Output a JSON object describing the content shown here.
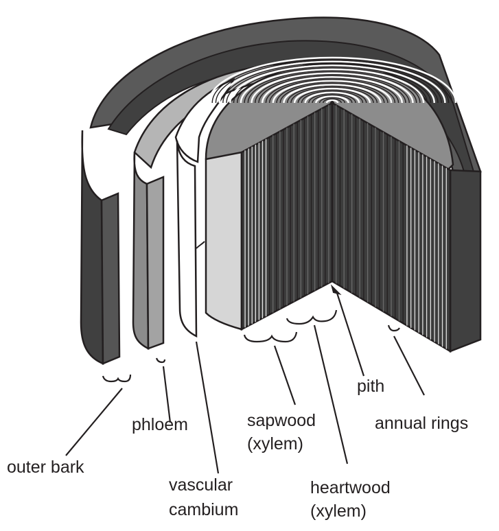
{
  "colors": {
    "outline": "#231f20",
    "bark": "#404040",
    "bark_light": "#5a5a5a",
    "phloem": "#8c8c8c",
    "phloem_light": "#b5b5b5",
    "cambium": "#ffffff",
    "sapwood": "#d6d6d6",
    "heartwood": "#3c3c3c",
    "right_face": "#555555"
  },
  "labels": {
    "outer_bark": "outer bark",
    "phloem": "phloem",
    "vascular": "vascular",
    "cambium": "cambium",
    "sapwood": "sapwood",
    "sapwood_xylem": "(xylem)",
    "heartwood": "heartwood",
    "heartwood_xylem": "(xylem)",
    "pith": "pith",
    "annual_rings": "annual rings"
  }
}
